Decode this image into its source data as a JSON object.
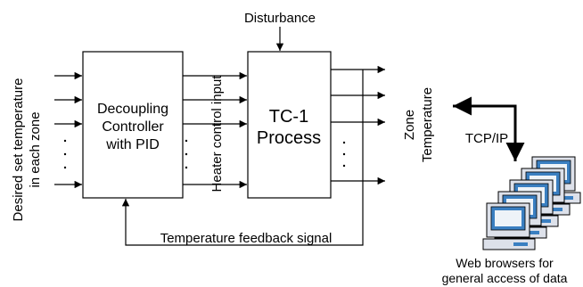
{
  "blocks": {
    "controller": {
      "line1": "Decoupling",
      "line2": "Controller",
      "line3": "with PID"
    },
    "process": {
      "line1": "TC-1",
      "line2": "Process"
    }
  },
  "labels": {
    "disturbance": "Disturbance",
    "setpoint_line1": "Desired set temperature",
    "setpoint_line2": "in each zone",
    "heater": "Heater control input",
    "zone_line1": "Zone",
    "zone_line2": "Temperature",
    "feedback": "Temperature feedback signal",
    "tcpip": "TCP/IP",
    "web_line1": "Web browsers for",
    "web_line2": "general access of data"
  },
  "icons": {
    "computers": "computer-stack-icon"
  },
  "colors": {
    "line": "#000000",
    "screen": "#3a7fc1",
    "screen_frame": "#d4d8e4"
  }
}
